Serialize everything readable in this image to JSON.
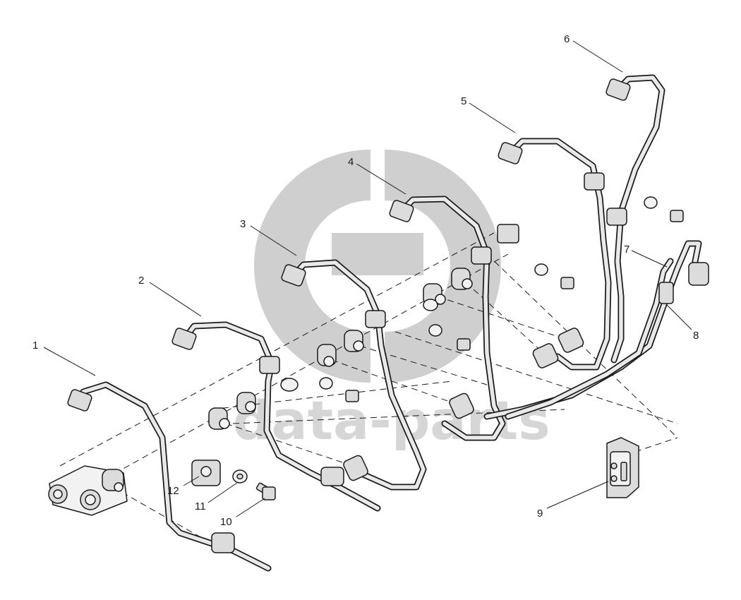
{
  "diagram": {
    "watermark": {
      "text": "data-parts",
      "color": "#a8a8a8"
    },
    "callouts": [
      "1",
      "2",
      "3",
      "4",
      "5",
      "6",
      "7",
      "8",
      "9",
      "10",
      "11",
      "12"
    ]
  }
}
